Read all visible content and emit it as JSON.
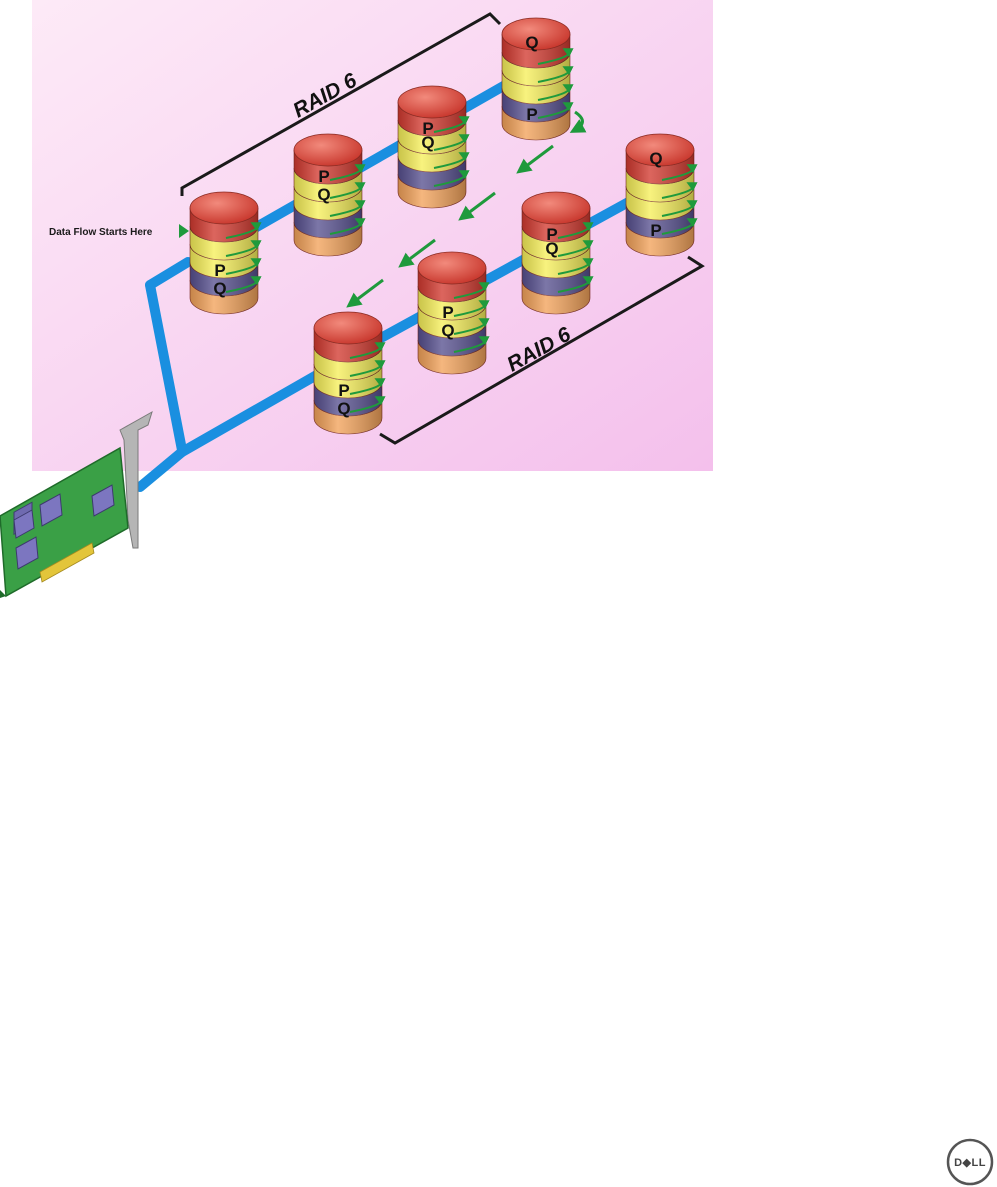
{
  "labels": {
    "flow_start": "Data Flow Starts Here",
    "raid_top": "RAID 6",
    "raid_bottom": "RAID 6",
    "dell_logo": "D◆LL"
  },
  "colors": {
    "panel_top": "#fde8f6",
    "panel_bottom": "#f4c0ec",
    "bus": "#1a8fe0",
    "disk_top": "#e0463a",
    "seg_red": "#d23a30",
    "seg_yellow": "#f6ef5a",
    "seg_purple": "#57508f",
    "seg_orange": "#f2a25a",
    "arrow_green": "#1f9a3c",
    "controller_board": "#3aa046",
    "bracket": "#9a9a9a"
  },
  "icons": {
    "controller": "raid-controller-card-icon",
    "disk": "disk-drive-icon",
    "logo": "dell-logo-icon"
  },
  "disks": [
    {
      "id": "top-1",
      "letters": [
        {
          "seg": 3,
          "text": "P"
        },
        {
          "seg": 4,
          "text": "Q"
        }
      ]
    },
    {
      "id": "top-2",
      "letters": [
        {
          "seg": 1,
          "text": "P"
        },
        {
          "seg": 2,
          "text": "Q"
        }
      ]
    },
    {
      "id": "top-3",
      "letters": [
        {
          "seg": 1,
          "text": "P"
        },
        {
          "seg": 1,
          "text": "Q"
        }
      ]
    },
    {
      "id": "top-4",
      "letters": [
        {
          "seg": 0,
          "text": "Q"
        },
        {
          "seg": 4,
          "text": "P"
        }
      ]
    },
    {
      "id": "bottom-1",
      "letters": [
        {
          "seg": 3,
          "text": "P"
        },
        {
          "seg": 4,
          "text": "Q"
        }
      ]
    },
    {
      "id": "bottom-2",
      "letters": [
        {
          "seg": 2,
          "text": "P"
        },
        {
          "seg": 3,
          "text": "Q"
        }
      ]
    },
    {
      "id": "bottom-3",
      "letters": [
        {
          "seg": 1,
          "text": "P"
        },
        {
          "seg": 1,
          "text": "Q"
        }
      ]
    },
    {
      "id": "bottom-4",
      "letters": [
        {
          "seg": 0,
          "text": "Q"
        },
        {
          "seg": 4,
          "text": "P"
        }
      ]
    }
  ]
}
